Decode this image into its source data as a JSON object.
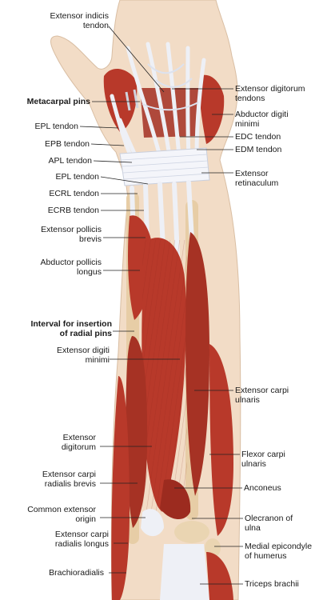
{
  "labels": {
    "extensor_indicis_tendon": [
      "Extensor indicis",
      "tendon"
    ],
    "metacarpal_pins": [
      "Metacarpal pins"
    ],
    "epl_tendon_1": [
      "EPL tendon"
    ],
    "epb_tendon": [
      "EPB tendon"
    ],
    "apl_tendon": [
      "APL tendon"
    ],
    "epl_tendon_2": [
      "EPL tendon"
    ],
    "ecrl_tendon": [
      "ECRL tendon"
    ],
    "ecrb_tendon": [
      "ECRB tendon"
    ],
    "extensor_pollicis_brevis": [
      "Extensor pollicis",
      "brevis"
    ],
    "abductor_pollicis_longus": [
      "Abductor pollicis",
      "longus"
    ],
    "interval_radial_pins": [
      "Interval for insertion",
      "of radial pins"
    ],
    "extensor_digiti_minimi": [
      "Extensor digiti",
      "minimi"
    ],
    "extensor_digitorum": [
      "Extensor",
      "digitorum"
    ],
    "extensor_carpi_radialis_brevis": [
      "Extensor carpi",
      "radialis brevis"
    ],
    "common_extensor_origin": [
      "Common extensor",
      "origin"
    ],
    "extensor_carpi_radialis_longus": [
      "Extensor carpi",
      "radialis longus"
    ],
    "brachioradialis": [
      "Brachioradialis"
    ],
    "extensor_digitorum_tendons": [
      "Extensor digitorum",
      "tendons"
    ],
    "abductor_digiti_minimi": [
      "Abductor digiti",
      "minimi"
    ],
    "edc_tendon": [
      "EDC tendon"
    ],
    "edm_tendon": [
      "EDM tendon"
    ],
    "extensor_retinaculum": [
      "Extensor",
      "retinaculum"
    ],
    "extensor_carpi_ulnaris": [
      "Extensor carpi",
      "ulnaris"
    ],
    "flexor_carpi_ulnaris": [
      "Flexor carpi",
      "ulnaris"
    ],
    "anconeus": [
      "Anconeus"
    ],
    "olecranon_of_ulna": [
      "Olecranon of",
      "ulna"
    ],
    "medial_epicondyle_of_humerus": [
      "Medial epicondyle",
      "of humerus"
    ],
    "triceps_brachii": [
      "Triceps brachii"
    ]
  },
  "colors": {
    "skin": "#f2dcc6",
    "muscle": "#b8392a",
    "muscle_dark": "#8c2418",
    "tendon": "#eef0f6",
    "bone": "#e7cda6",
    "leader": "#222222"
  }
}
